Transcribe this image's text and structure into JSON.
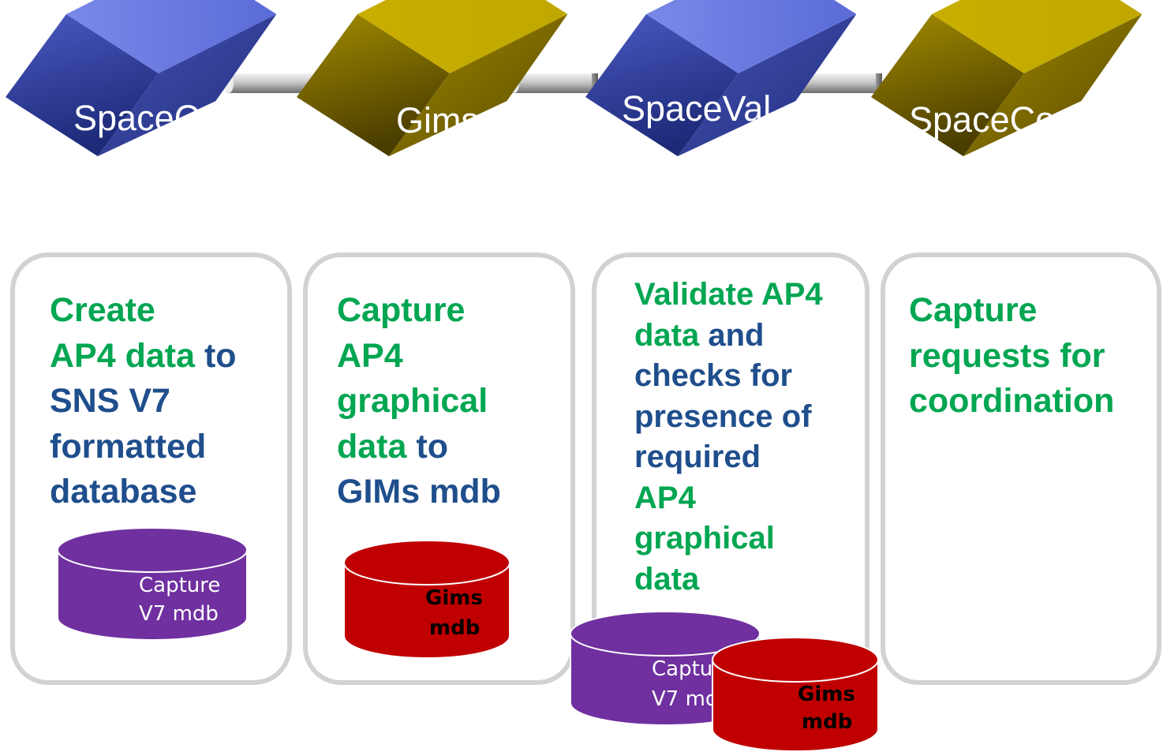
{
  "blocks": [
    {
      "label": "SpaceCap",
      "face": "blue"
    },
    {
      "label": "Gims",
      "face": "gold"
    },
    {
      "label": "SpaceVal",
      "face": "blue"
    },
    {
      "label": "SpaceCom",
      "face": "gold"
    }
  ],
  "cards": [
    {
      "lines": [
        [
          {
            "text": "Create",
            "tone": "green"
          }
        ],
        [
          {
            "text": "AP4 data",
            "tone": "green"
          },
          {
            "text": " to",
            "tone": "blue"
          }
        ],
        [
          {
            "text": "SNS V7",
            "tone": "blue"
          }
        ],
        [
          {
            "text": "formatted",
            "tone": "blue"
          }
        ],
        [
          {
            "text": "database",
            "tone": "blue"
          }
        ]
      ]
    },
    {
      "lines": [
        [
          {
            "text": "Capture",
            "tone": "green"
          }
        ],
        [
          {
            "text": "AP4",
            "tone": "green"
          }
        ],
        [
          {
            "text": "graphical",
            "tone": "green"
          }
        ],
        [
          {
            "text": "data",
            "tone": "green"
          },
          {
            "text": " to",
            "tone": "blue"
          }
        ],
        [
          {
            "text": "GIMs mdb",
            "tone": "blue"
          }
        ]
      ]
    },
    {
      "lines": [
        [
          {
            "text": "Validate AP4",
            "tone": "green"
          }
        ],
        [
          {
            "text": "data",
            "tone": "green"
          },
          {
            "text": " and",
            "tone": "blue"
          }
        ],
        [
          {
            "text": "checks for",
            "tone": "blue"
          }
        ],
        [
          {
            "text": "presence of",
            "tone": "blue"
          }
        ],
        [
          {
            "text": "required",
            "tone": "blue"
          }
        ],
        [
          {
            "text": "AP4",
            "tone": "green"
          }
        ],
        [
          {
            "text": "graphical",
            "tone": "green"
          }
        ],
        [
          {
            "text": "data",
            "tone": "green"
          }
        ]
      ]
    },
    {
      "lines": [
        [
          {
            "text": "Capture",
            "tone": "green"
          }
        ],
        [
          {
            "text": "requests for",
            "tone": "green"
          }
        ],
        [
          {
            "text": "coordination",
            "tone": "green"
          }
        ]
      ]
    }
  ],
  "databases": {
    "capture_v7": {
      "line1": "Capture",
      "line2": "V7 mdb"
    },
    "gims": {
      "line1": "Gims",
      "line2": "mdb"
    }
  },
  "colors": {
    "blue_block": "#4a5bc4",
    "gold_block": "#b39a00",
    "text_green": "#00a651",
    "text_blue": "#1f4e8c",
    "db_purple": "#7030a0",
    "db_red": "#c00000",
    "card_border": "#d2d2d2"
  }
}
